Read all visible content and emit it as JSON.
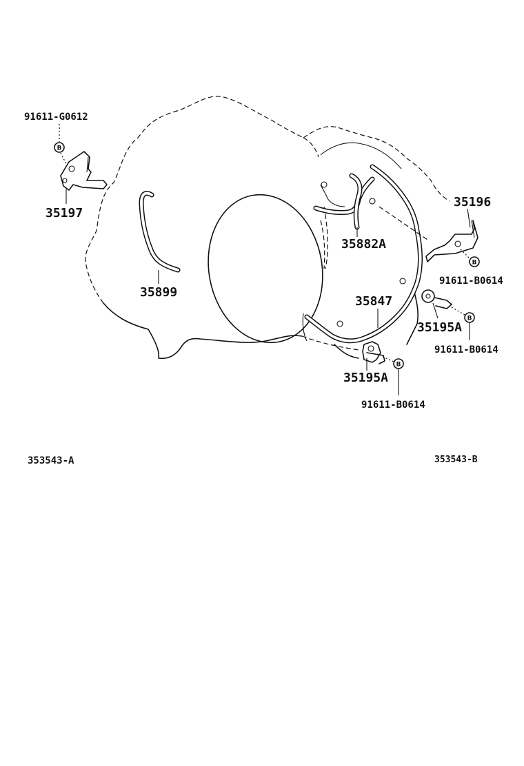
{
  "parts": {
    "bolt_g0612": "91611-G0612",
    "bracket_35197": "35197",
    "pipe_35899": "35899",
    "pipe_35882a": "35882A",
    "bracket_35196": "35196",
    "bolt_b0614_upper": "91611-B0614",
    "pipe_35847": "35847",
    "clamp_35195a_right": "35195A",
    "bolt_b0614_mid": "91611-B0614",
    "clamp_35195a_lower": "35195A",
    "bolt_b0614_lower": "91611-B0614"
  },
  "bolt_marker": "B",
  "codes": {
    "left": "353543-A",
    "right": "353543-B"
  }
}
